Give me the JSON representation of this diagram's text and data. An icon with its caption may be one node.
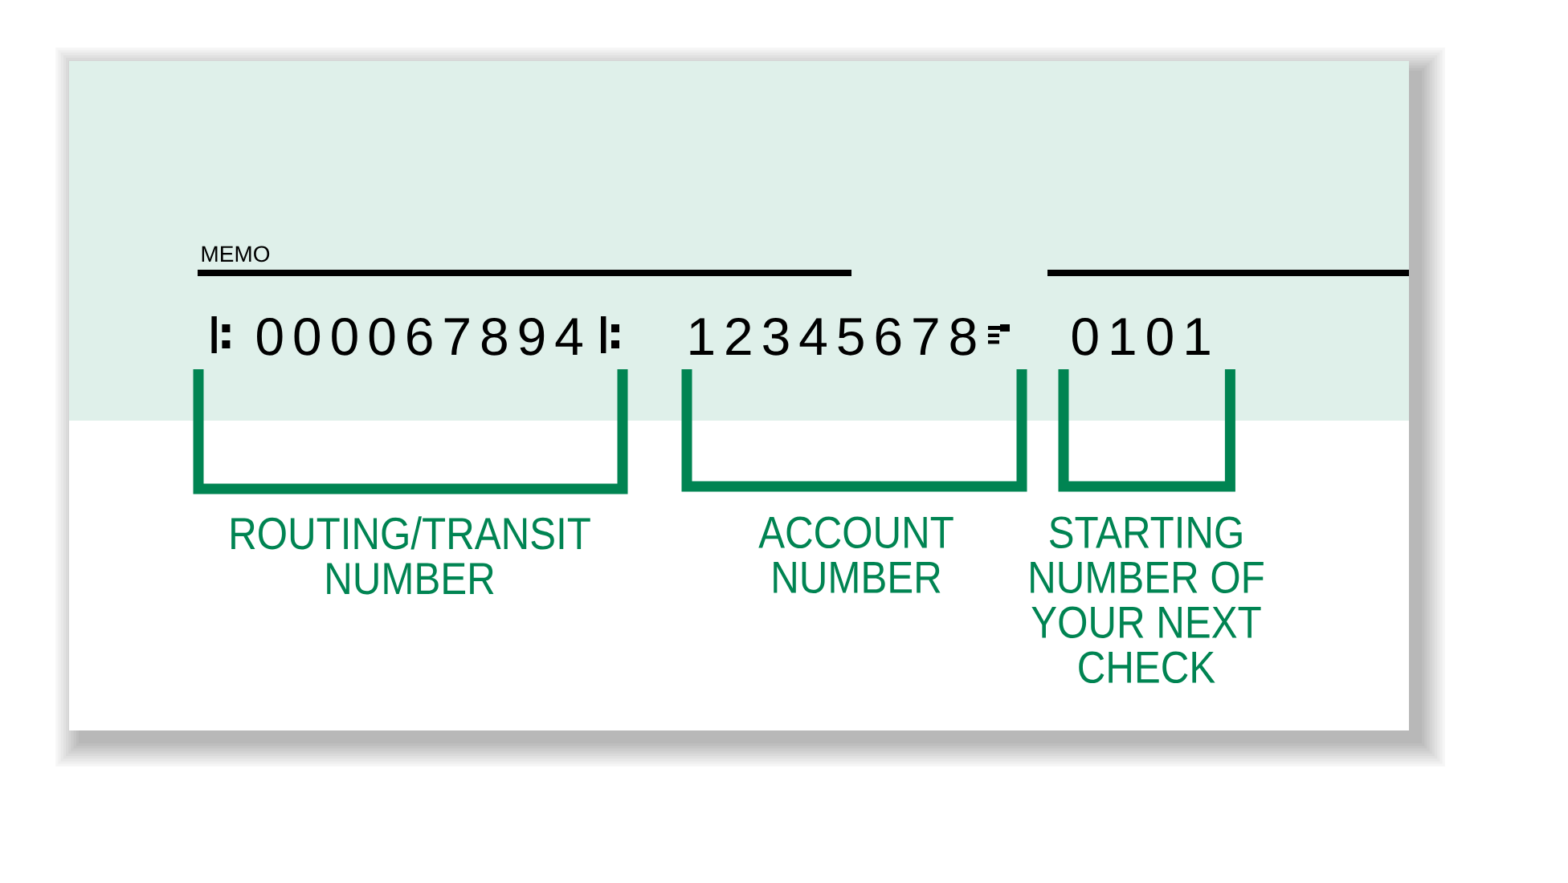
{
  "diagram": {
    "labels": [
      "MEMO",
      "000067894",
      "12345678",
      "0101",
      "ROUTING/TRANSIT NUMBER",
      "ACCOUNT NUMBER",
      "STARTING NUMBER OF YOUR NEXT CHECK"
    ]
  }
}
